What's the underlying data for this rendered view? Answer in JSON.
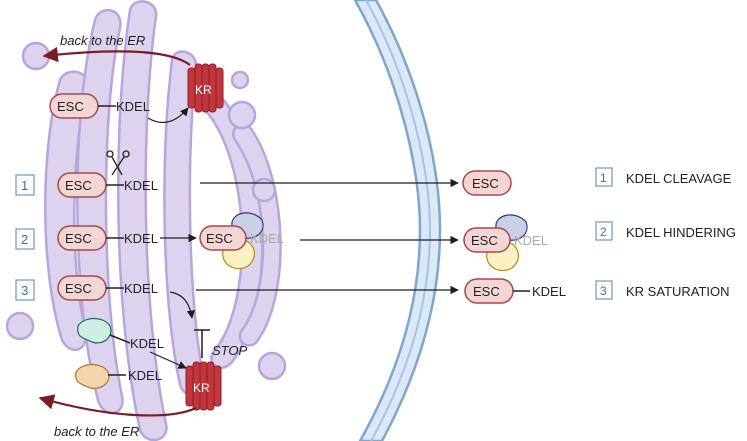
{
  "diagram": {
    "er_return_top": "back to the ER",
    "er_return_bottom": "back to the ER",
    "receptor_label": "KR",
    "cargo_label": "ESC",
    "signal_label": "KDEL",
    "stop_label": "STOP",
    "step_numbers": [
      "1",
      "2",
      "3"
    ],
    "legend": [
      {
        "number": "1",
        "label": "KDEL CLEAVAGE"
      },
      {
        "number": "2",
        "label": "KDEL HINDERING"
      },
      {
        "number": "3",
        "label": "KR SATURATION"
      }
    ],
    "colors": {
      "golgi_fill": "#ddd3ee",
      "golgi_stroke": "#b7a6dc",
      "membrane_fill": "#dbe9f7",
      "membrane_stroke": "#7fa6cf",
      "esc_fill": "#f3d6d3",
      "esc_stroke": "#a44a4a",
      "receptor": "#c2363e",
      "return_arrow": "#7a1c22",
      "blocker_blue": "#c8cfe6",
      "blocker_yellow": "#fbf2c4",
      "ligand_teal": "#cdeee2",
      "ligand_tan": "#f0d6aa",
      "number_box": "#6f96c9"
    }
  }
}
